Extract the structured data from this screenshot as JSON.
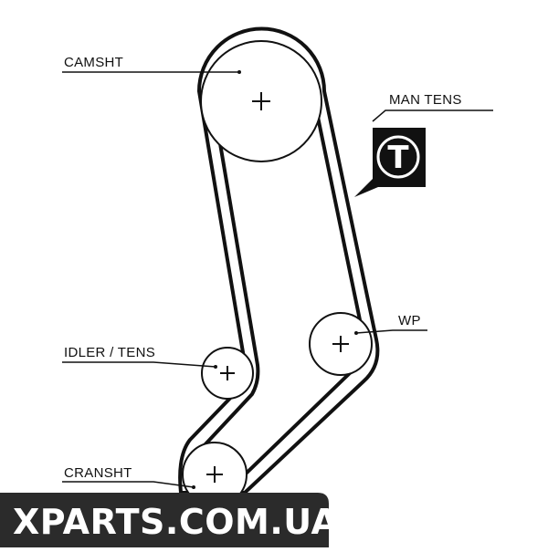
{
  "labels": {
    "camshaft": "CAMSHT",
    "manual_tensioner": "MAN TENS",
    "water_pump": "WP",
    "idler_tensioner": "IDLER / TENS",
    "crankshaft": "CRANSHT"
  },
  "tensioner_badge": "T",
  "watermark": "XPARTS.COM.UA",
  "colors": {
    "belt": "#111111",
    "badge": "#111111",
    "watermark_bg": "#2b2b2b"
  }
}
